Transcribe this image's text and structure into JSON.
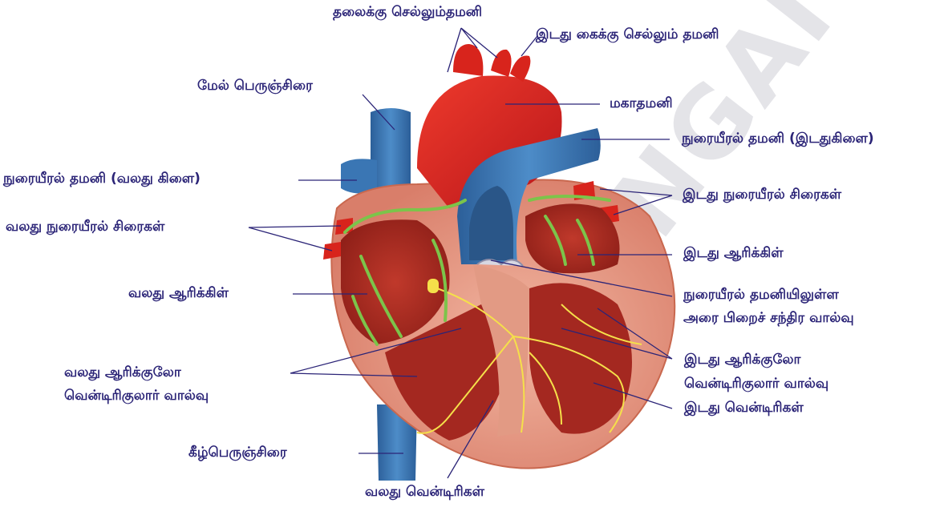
{
  "diagram": {
    "labels": {
      "head_artery": "தலைக்கு செல்லும்தமனி",
      "left_arm_artery": "இடது கைக்கு செல்லும் தமனி",
      "superior_vena_cava": "மேல் பெருஞ்சிரை",
      "aorta": "மகாதமனி",
      "pulmonary_artery_left": "நுரையீரல் தமனி (இடதுகிளை)",
      "pulmonary_artery_right": "நுரையீரல் தமனி (வலது கிளை)",
      "left_pulmonary_veins": "இடது நுரையீரல் சிரைகள்",
      "right_pulmonary_veins": "வலது நுரையீரல் சிரைகள்",
      "left_atrium": "இடது ஆரிக்கிள்",
      "right_atrium": "வலது ஆரிக்கிள்",
      "pulmonary_valve_1": "நுரையீரல் தமனியிலுள்ள",
      "pulmonary_valve_2": "அரை பிறைச் சந்திர வால்வு",
      "right_av_valve_1": "வலது ஆரிக்குலோ",
      "right_av_valve_2": "வென்டிரிகுலார் வால்வு",
      "left_av_valve_1": "இடது ஆரிக்குலோ",
      "left_av_valve_2": "வென்டிரிகுலார் வால்வு",
      "left_ventricle": "இடது வென்டிரிகள்",
      "inferior_vena_cava": "கீழ்பெருஞ்சிரை",
      "right_ventricle": "வலது வென்டிரிகள்"
    },
    "watermark": "NINGAI",
    "colors": {
      "label_text": "#2b2477",
      "leader_line": "#2b2477",
      "vein_blue": "#3a76b4",
      "artery_red": "#d8241c",
      "chamber_pink": "#e9a08c",
      "conduction_yellow": "#f5e04a",
      "flow_arrow_green": "#7cc44a"
    }
  }
}
